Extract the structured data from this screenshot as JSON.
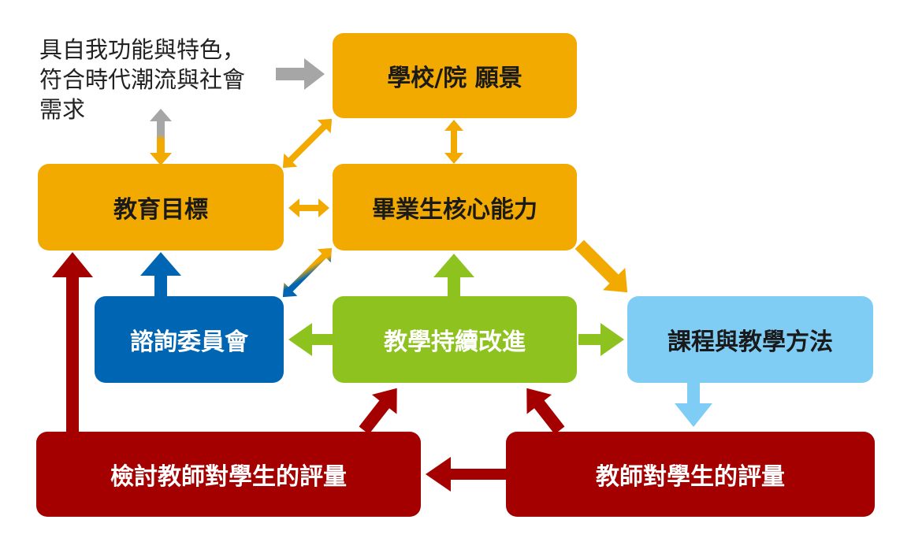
{
  "note_lines": [
    "具自我功能與特色，",
    "符合時代潮流與社會",
    "需求"
  ],
  "nodes": {
    "vision": "學校/院 願景",
    "goals": "教育目標",
    "competency": "畢業生核心能力",
    "advisory": "諮詢委員會",
    "improve": "教學持續改進",
    "courses": "課程與教學方法",
    "review": "檢討教師對學生的評量",
    "assessment": "教師對學生的評量"
  },
  "colors": {
    "orange": "#F2A900",
    "blue": "#0066B3",
    "green": "#8DC21F",
    "light_blue": "#7FCDF5",
    "dark_red": "#A50000",
    "gray": "#A6A6A6",
    "text_dark": "#1a1a1a",
    "text_white": "#ffffff"
  }
}
